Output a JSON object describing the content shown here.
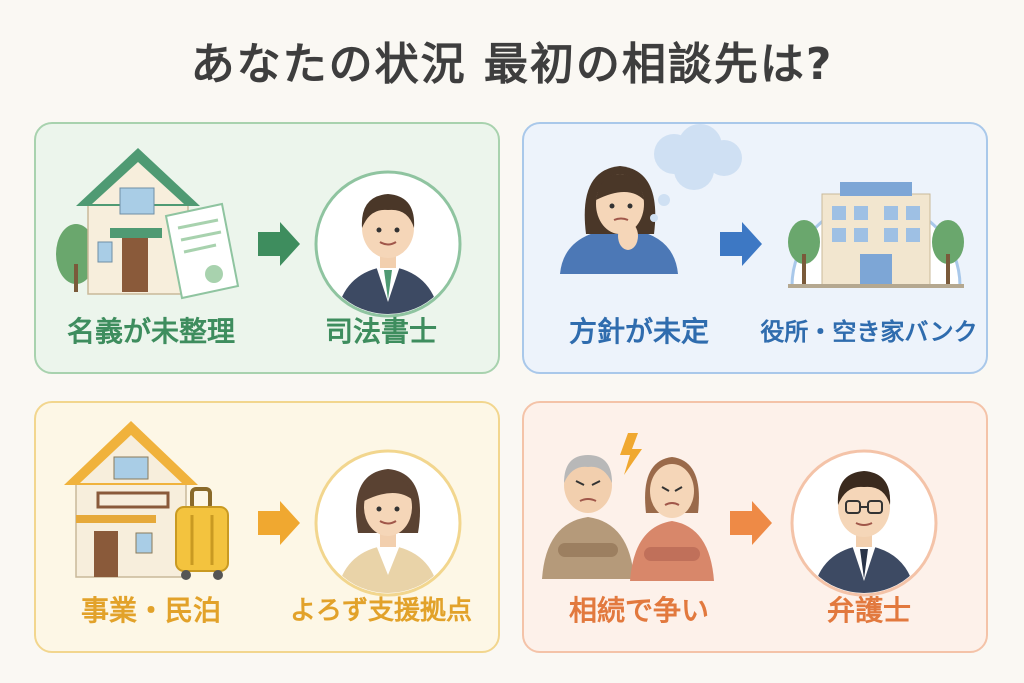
{
  "title": "あなたの状況 最初の相談先は?",
  "colors": {
    "green": "#3e8d5e",
    "blue": "#2f6cae",
    "yellow": "#e2a22a",
    "orange": "#e2793e"
  },
  "cards": [
    {
      "situation": "名義が未整理",
      "consult": "司法書士",
      "icons": [
        "house-icon",
        "document-icon",
        "arrow-right-icon",
        "male-advisor-avatar"
      ]
    },
    {
      "situation": "方針が未定",
      "consult": "役所・空き家バンク",
      "icons": [
        "thinking-woman-icon",
        "thought-bubble-icon",
        "arrow-right-icon",
        "office-building-icon"
      ]
    },
    {
      "situation": "事業・民泊",
      "consult": "よろず支援拠点",
      "icons": [
        "house-icon",
        "suitcase-icon",
        "arrow-right-icon",
        "female-advisor-avatar"
      ]
    },
    {
      "situation": "相続で争い",
      "consult": "弁護士",
      "icons": [
        "arguing-family-icon",
        "lightning-icon",
        "arrow-right-icon",
        "lawyer-avatar"
      ]
    }
  ]
}
